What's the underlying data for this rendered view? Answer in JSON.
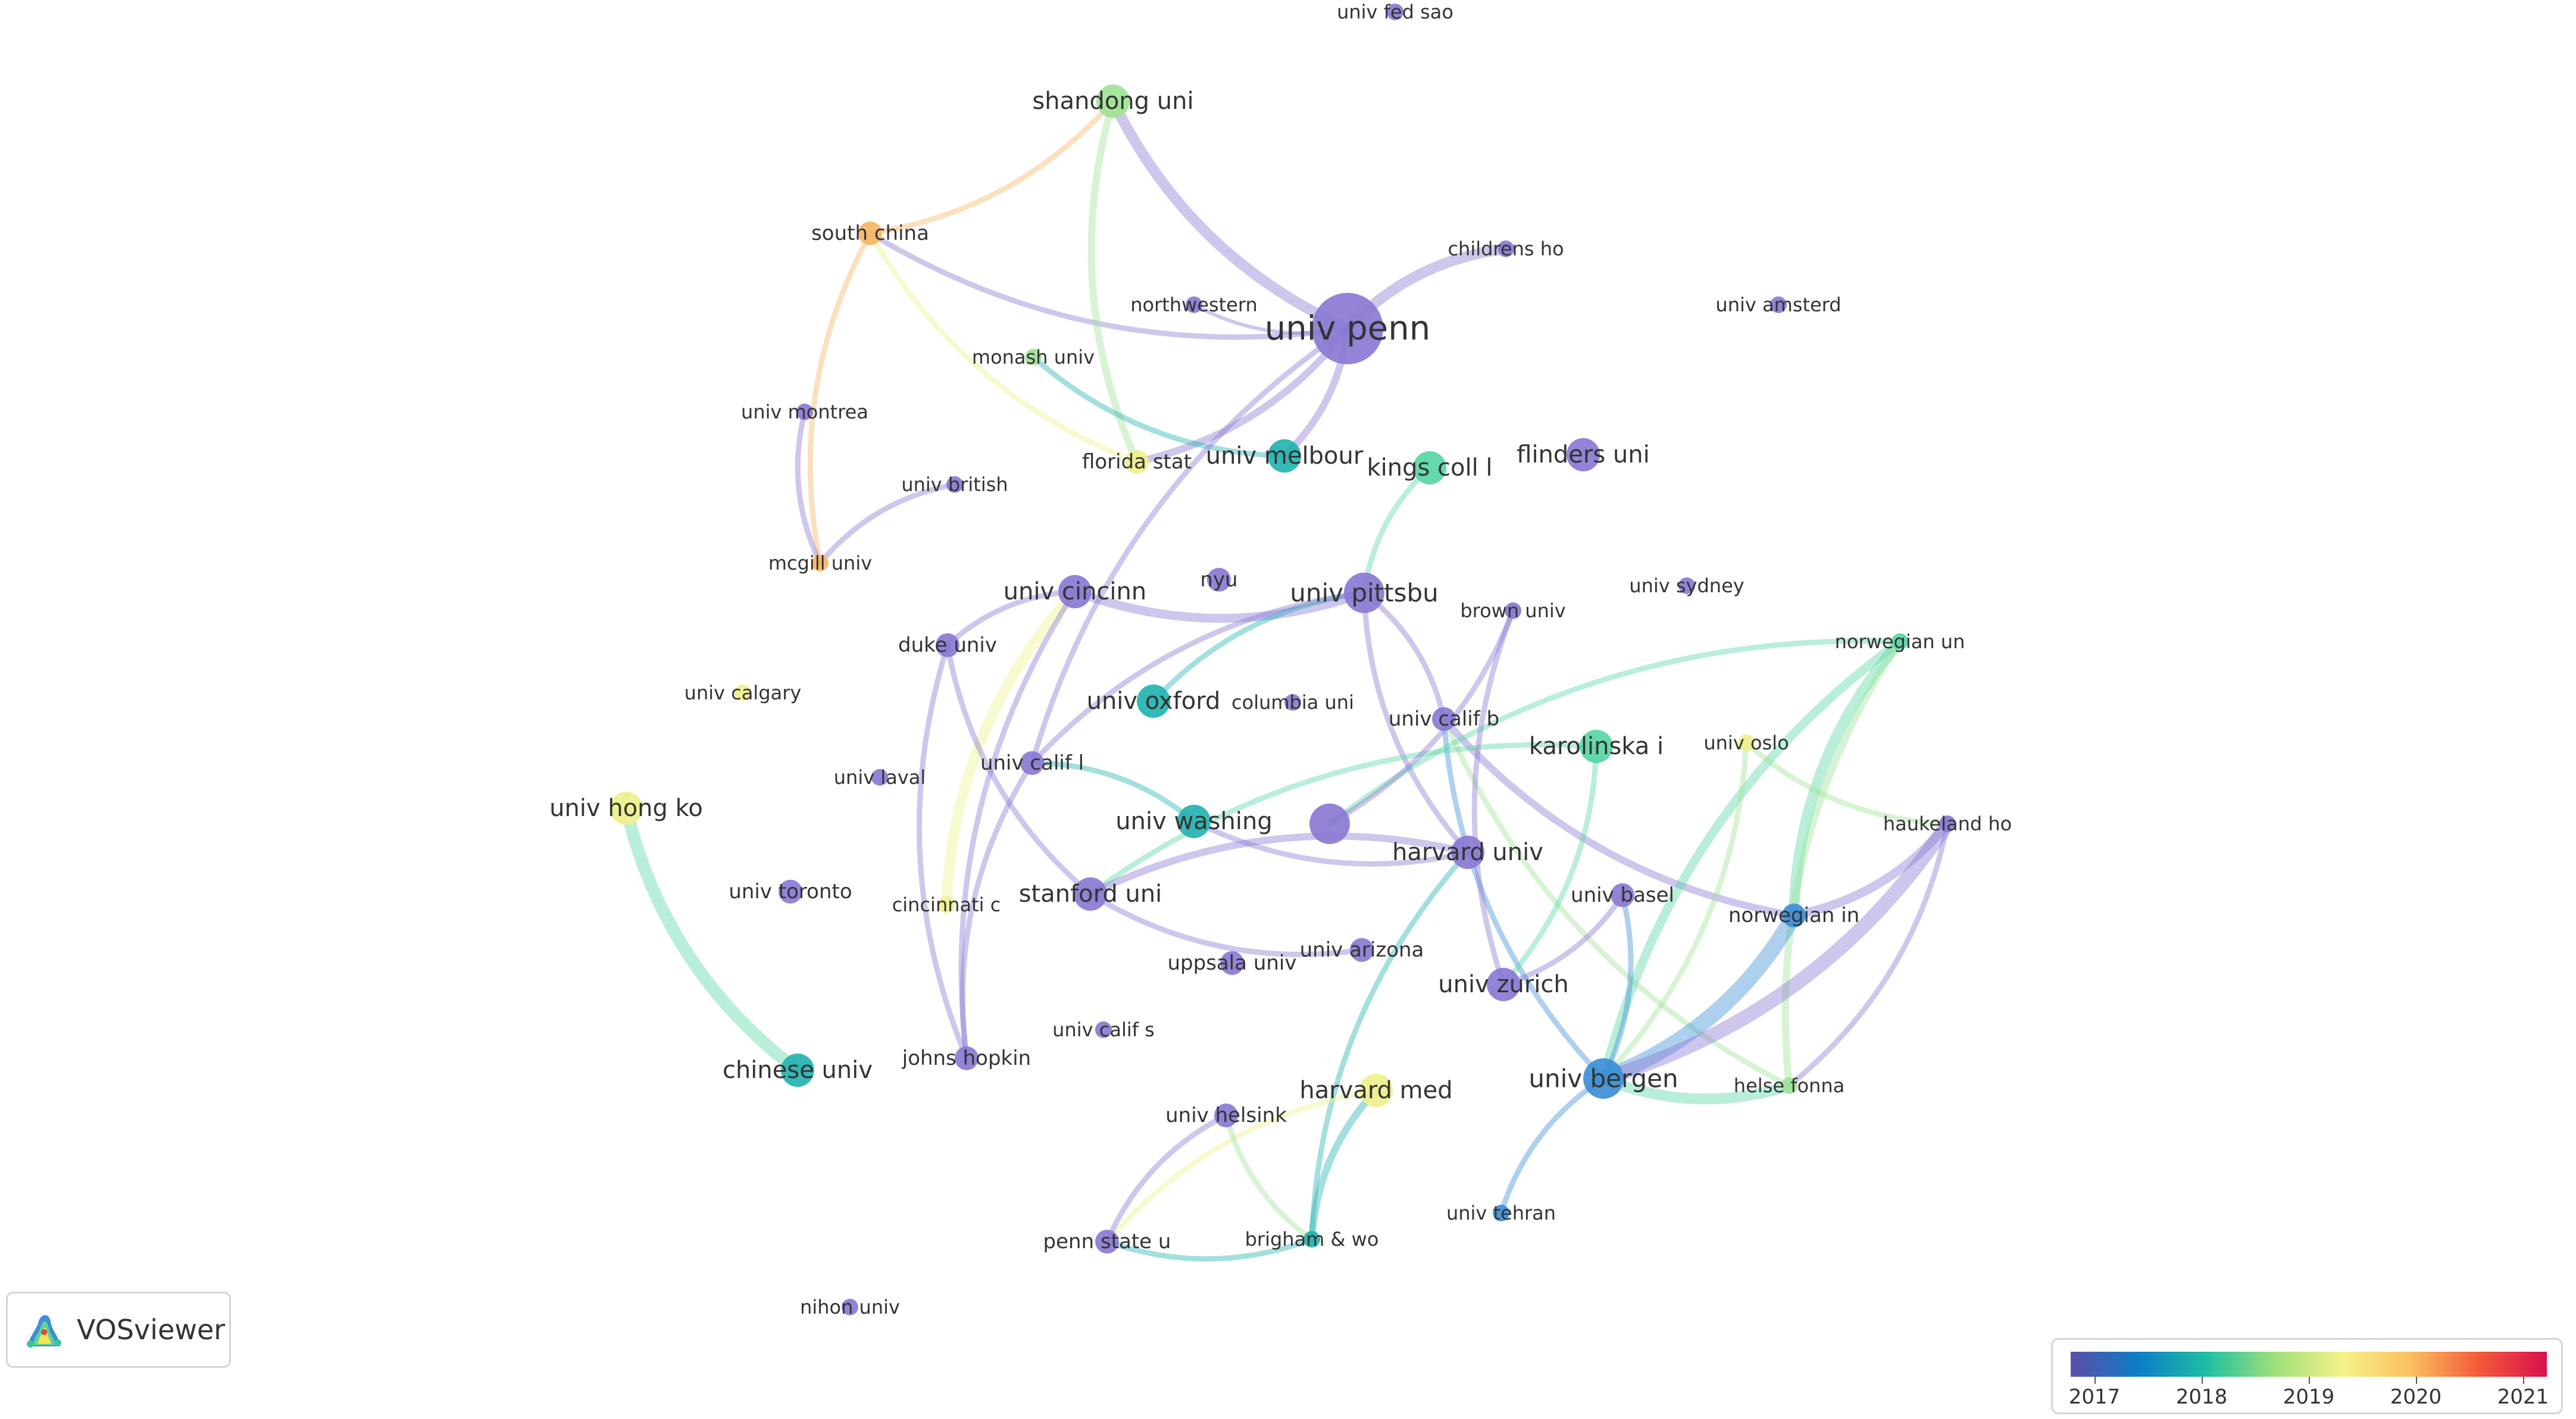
{
  "app": {
    "name": "VOSviewer"
  },
  "legend": {
    "years": [
      "2017",
      "2018",
      "2019",
      "2020",
      "2021"
    ],
    "colors": [
      "#5b4ea8",
      "#0c7dc7",
      "#1fbfa3",
      "#9ee07a",
      "#f5f28a",
      "#fbbf5f",
      "#f45a3a",
      "#d8104e"
    ]
  },
  "colors": {
    "purple": "#8b78d2",
    "blue": "#3b8fd6",
    "teal": "#23b3b0",
    "mint": "#59d6a4",
    "lightgreen": "#9fe396",
    "yellow": "#eff08c",
    "orange": "#f7b565"
  },
  "nodes": [
    {
      "id": "univ-penn",
      "label": "univ penn",
      "color": "purple",
      "size": 5
    },
    {
      "id": "shandong-uni",
      "label": "shandong uni",
      "color": "lightgreen",
      "size": 3
    },
    {
      "id": "south-china",
      "label": "south china",
      "color": "orange",
      "size": 2
    },
    {
      "id": "childrens-ho",
      "label": "childrens ho",
      "color": "purple",
      "size": 1
    },
    {
      "id": "northwestern",
      "label": "northwestern",
      "color": "purple",
      "size": 1
    },
    {
      "id": "univ-amsterd",
      "label": "univ amsterd",
      "color": "purple",
      "size": 1
    },
    {
      "id": "univ-fed-sao",
      "label": "univ fed sao",
      "color": "purple",
      "size": 1
    },
    {
      "id": "monash-univ",
      "label": "monash univ",
      "color": "lightgreen",
      "size": 1
    },
    {
      "id": "univ-montrea",
      "label": "univ montrea",
      "color": "purple",
      "size": 1
    },
    {
      "id": "florida-stat",
      "label": "florida stat",
      "color": "yellow",
      "size": 2
    },
    {
      "id": "univ-melbour",
      "label": "univ melbour",
      "color": "teal",
      "size": 3
    },
    {
      "id": "kings-coll-l",
      "label": "kings coll l",
      "color": "mint",
      "size": 3
    },
    {
      "id": "flinders-uni",
      "label": "flinders uni",
      "color": "purple",
      "size": 3
    },
    {
      "id": "univ-british",
      "label": "univ british",
      "color": "purple",
      "size": 1
    },
    {
      "id": "mcgill-univ",
      "label": "mcgill univ",
      "color": "orange",
      "size": 1
    },
    {
      "id": "univ-cincinn",
      "label": "univ cincinn",
      "color": "purple",
      "size": 3
    },
    {
      "id": "nyu",
      "label": "nyu",
      "color": "purple",
      "size": 2
    },
    {
      "id": "univ-pittsbu",
      "label": "univ pittsbu",
      "color": "purple",
      "size": 4
    },
    {
      "id": "univ-sydney",
      "label": "univ sydney",
      "color": "purple",
      "size": 1
    },
    {
      "id": "brown-univ",
      "label": "brown univ",
      "color": "purple",
      "size": 1
    },
    {
      "id": "norwegian-un",
      "label": "norwegian un",
      "color": "mint",
      "size": 1
    },
    {
      "id": "duke-univ",
      "label": "duke univ",
      "color": "purple",
      "size": 2
    },
    {
      "id": "univ-calgary",
      "label": "univ calgary",
      "color": "yellow",
      "size": 1
    },
    {
      "id": "univ-oxford",
      "label": "univ oxford",
      "color": "teal",
      "size": 3
    },
    {
      "id": "columbia-uni",
      "label": "columbia uni",
      "color": "purple",
      "size": 1
    },
    {
      "id": "univ-calif-b",
      "label": "univ calif b",
      "color": "purple",
      "size": 2
    },
    {
      "id": "karolinska-i",
      "label": "karolinska i",
      "color": "mint",
      "size": 3
    },
    {
      "id": "univ-oslo",
      "label": "univ oslo",
      "color": "yellow",
      "size": 1
    },
    {
      "id": "univ-calif-l",
      "label": "univ calif l",
      "color": "purple",
      "size": 2
    },
    {
      "id": "univ-laval",
      "label": "univ laval",
      "color": "purple",
      "size": 1
    },
    {
      "id": "univ-hong-ko",
      "label": "univ hong ko",
      "color": "yellow",
      "size": 3
    },
    {
      "id": "univ-washing",
      "label": "univ washing",
      "color": "teal",
      "size": 3
    },
    {
      "id": "unlabeled-node",
      "label": "",
      "color": "purple",
      "size": 4
    },
    {
      "id": "harvard-univ",
      "label": "harvard univ",
      "color": "purple",
      "size": 3
    },
    {
      "id": "haukeland-ho",
      "label": "haukeland ho",
      "color": "purple",
      "size": 1
    },
    {
      "id": "univ-toronto",
      "label": "univ toronto",
      "color": "purple",
      "size": 2
    },
    {
      "id": "cincinnati-c",
      "label": "cincinnati c",
      "color": "yellow",
      "size": 1
    },
    {
      "id": "stanford-uni",
      "label": "stanford uni",
      "color": "purple",
      "size": 3
    },
    {
      "id": "univ-basel",
      "label": "univ basel",
      "color": "purple",
      "size": 2
    },
    {
      "id": "norwegian-in",
      "label": "norwegian in",
      "color": "blue",
      "size": 2
    },
    {
      "id": "uppsala-univ",
      "label": "uppsala univ",
      "color": "purple",
      "size": 2
    },
    {
      "id": "univ-arizona",
      "label": "univ arizona",
      "color": "purple",
      "size": 2
    },
    {
      "id": "univ-zurich",
      "label": "univ zurich",
      "color": "purple",
      "size": 3
    },
    {
      "id": "univ-calif-s",
      "label": "univ calif s",
      "color": "purple",
      "size": 1
    },
    {
      "id": "chinese-univ",
      "label": "chinese univ",
      "color": "teal",
      "size": 3
    },
    {
      "id": "johns-hopkin",
      "label": "johns hopkin",
      "color": "purple",
      "size": 2
    },
    {
      "id": "harvard-med",
      "label": "harvard med",
      "color": "yellow",
      "size": 3
    },
    {
      "id": "univ-bergen",
      "label": "univ bergen",
      "color": "blue",
      "size": 4
    },
    {
      "id": "helse-fonna",
      "label": "helse fonna",
      "color": "lightgreen",
      "size": 1
    },
    {
      "id": "univ-helsink",
      "label": "univ helsink",
      "color": "purple",
      "size": 2
    },
    {
      "id": "univ-tehran",
      "label": "univ tehran",
      "color": "blue",
      "size": 1
    },
    {
      "id": "penn-state-u",
      "label": "penn state u",
      "color": "purple",
      "size": 2
    },
    {
      "id": "brigham-wo",
      "label": "brigham & wo",
      "color": "teal",
      "size": 1
    },
    {
      "id": "nihon-univ",
      "label": "nihon univ",
      "color": "purple",
      "size": 1
    }
  ],
  "links": [
    {
      "source": "shandong-uni",
      "target": "univ-penn",
      "color": "purple",
      "weight": 5
    },
    {
      "source": "south-china",
      "target": "univ-penn",
      "color": "purple",
      "weight": 2
    },
    {
      "source": "south-china",
      "target": "shandong-uni",
      "color": "orange",
      "weight": 2
    },
    {
      "source": "south-china",
      "target": "florida-stat",
      "color": "yellow",
      "weight": 2
    },
    {
      "source": "south-china",
      "target": "mcgill-univ",
      "color": "orange",
      "weight": 2
    },
    {
      "source": "shandong-uni",
      "target": "florida-stat",
      "color": "lightgreen",
      "weight": 3
    },
    {
      "source": "childrens-ho",
      "target": "univ-penn",
      "color": "purple",
      "weight": 5
    },
    {
      "source": "northwestern",
      "target": "univ-penn",
      "color": "purple",
      "weight": 1
    },
    {
      "source": "univ-melbour",
      "target": "univ-penn",
      "color": "purple",
      "weight": 3
    },
    {
      "source": "florida-stat",
      "target": "univ-penn",
      "color": "purple",
      "weight": 3
    },
    {
      "source": "monash-univ",
      "target": "univ-melbour",
      "color": "teal",
      "weight": 2
    },
    {
      "source": "univ-montrea",
      "target": "mcgill-univ",
      "color": "purple",
      "weight": 2
    },
    {
      "source": "univ-british",
      "target": "mcgill-univ",
      "color": "purple",
      "weight": 2
    },
    {
      "source": "univ-cincinn",
      "target": "univ-pittsbu",
      "color": "purple",
      "weight": 4
    },
    {
      "source": "univ-cincinn",
      "target": "cincinnati-c",
      "color": "yellow",
      "weight": 5
    },
    {
      "source": "univ-cincinn",
      "target": "duke-univ",
      "color": "purple",
      "weight": 2
    },
    {
      "source": "univ-pittsbu",
      "target": "univ-oxford",
      "color": "teal",
      "weight": 2
    },
    {
      "source": "univ-pittsbu",
      "target": "univ-calif-l",
      "color": "purple",
      "weight": 2
    },
    {
      "source": "univ-pittsbu",
      "target": "harvard-univ",
      "color": "purple",
      "weight": 2
    },
    {
      "source": "kings-coll-l",
      "target": "univ-pittsbu",
      "color": "mint",
      "weight": 2
    },
    {
      "source": "univ-penn",
      "target": "univ-calif-l",
      "color": "purple",
      "weight": 2
    },
    {
      "source": "univ-calif-b",
      "target": "norwegian-in",
      "color": "purple",
      "weight": 3
    },
    {
      "source": "univ-calif-b",
      "target": "univ-bergen",
      "color": "blue",
      "weight": 2
    },
    {
      "source": "univ-calif-b",
      "target": "helse-fonna",
      "color": "lightgreen",
      "weight": 2
    },
    {
      "source": "karolinska-i",
      "target": "stanford-uni",
      "color": "mint",
      "weight": 2
    },
    {
      "source": "norwegian-un",
      "target": "norwegian-in",
      "color": "mint",
      "weight": 5
    },
    {
      "source": "norwegian-un",
      "target": "univ-bergen",
      "color": "mint",
      "weight": 4
    },
    {
      "source": "norwegian-un",
      "target": "helse-fonna",
      "color": "lightgreen",
      "weight": 3
    },
    {
      "source": "norwegian-un",
      "target": "unlabeled-node",
      "color": "mint",
      "weight": 2
    },
    {
      "source": "univ-bergen",
      "target": "norwegian-in",
      "color": "blue",
      "weight": 8
    },
    {
      "source": "univ-bergen",
      "target": "haukeland-ho",
      "color": "purple",
      "weight": 7
    },
    {
      "source": "univ-bergen",
      "target": "helse-fonna",
      "color": "mint",
      "weight": 5
    },
    {
      "source": "univ-bergen",
      "target": "univ-basel",
      "color": "blue",
      "weight": 2
    },
    {
      "source": "univ-bergen",
      "target": "univ-oslo",
      "color": "lightgreen",
      "weight": 2
    },
    {
      "source": "univ-bergen",
      "target": "univ-tehran",
      "color": "blue",
      "weight": 2
    },
    {
      "source": "norwegian-in",
      "target": "haukeland-ho",
      "color": "purple",
      "weight": 4
    },
    {
      "source": "helse-fonna",
      "target": "haukeland-ho",
      "color": "purple",
      "weight": 2
    },
    {
      "source": "univ-oslo",
      "target": "haukeland-ho",
      "color": "lightgreen",
      "weight": 2
    },
    {
      "source": "univ-hong-ko",
      "target": "chinese-univ",
      "color": "mint",
      "weight": 6
    },
    {
      "source": "univ-washing",
      "target": "univ-calif-l",
      "color": "teal",
      "weight": 2
    },
    {
      "source": "univ-washing",
      "target": "harvard-univ",
      "color": "purple",
      "weight": 2
    },
    {
      "source": "unlabeled-node",
      "target": "brown-univ",
      "color": "purple",
      "weight": 2
    },
    {
      "source": "brown-univ",
      "target": "univ-zurich",
      "color": "purple",
      "weight": 2
    },
    {
      "source": "univ-zurich",
      "target": "univ-basel",
      "color": "purple",
      "weight": 2
    },
    {
      "source": "univ-zurich",
      "target": "karolinska-i",
      "color": "mint",
      "weight": 2
    },
    {
      "source": "harvard-univ",
      "target": "stanford-uni",
      "color": "purple",
      "weight": 3
    },
    {
      "source": "harvard-univ",
      "target": "brigham-wo",
      "color": "teal",
      "weight": 2
    },
    {
      "source": "stanford-uni",
      "target": "univ-arizona",
      "color": "purple",
      "weight": 2
    },
    {
      "source": "duke-univ",
      "target": "stanford-uni",
      "color": "purple",
      "weight": 2
    },
    {
      "source": "duke-univ",
      "target": "johns-hopkin",
      "color": "purple",
      "weight": 2
    },
    {
      "source": "univ-cincinn",
      "target": "johns-hopkin",
      "color": "purple",
      "weight": 2
    },
    {
      "source": "univ-calif-l",
      "target": "johns-hopkin",
      "color": "purple",
      "weight": 2
    },
    {
      "source": "harvard-med",
      "target": "brigham-wo",
      "color": "teal",
      "weight": 3
    },
    {
      "source": "harvard-med",
      "target": "penn-state-u",
      "color": "yellow",
      "weight": 2
    },
    {
      "source": "univ-helsink",
      "target": "penn-state-u",
      "color": "purple",
      "weight": 2
    },
    {
      "source": "univ-helsink",
      "target": "brigham-wo",
      "color": "lightgreen",
      "weight": 2
    },
    {
      "source": "penn-state-u",
      "target": "brigham-wo",
      "color": "teal",
      "weight": 2
    },
    {
      "source": "univ-calif-b",
      "target": "univ-pittsbu",
      "color": "purple",
      "weight": 2
    }
  ]
}
